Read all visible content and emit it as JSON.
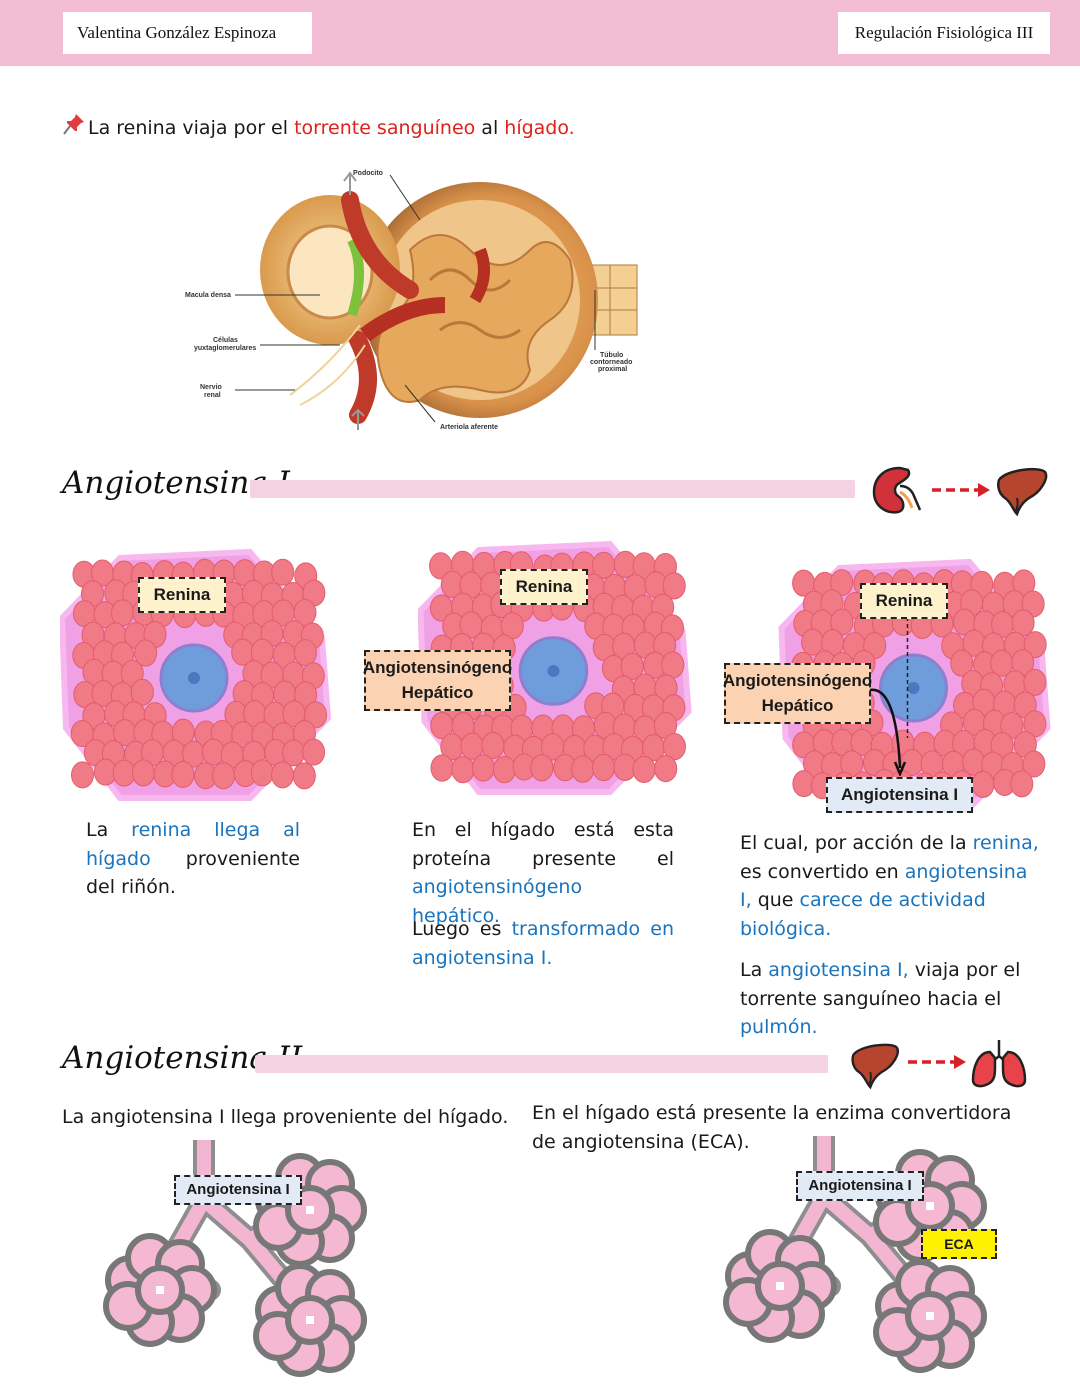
{
  "header": {
    "author": "Valentina González Espinoza",
    "course": "Regulación Fisiológica III"
  },
  "intro": {
    "pin_icon": "pushpin-icon",
    "t1": "La renina viaja por el ",
    "t2": "torrente sanguíneo",
    "t3": " al ",
    "t4": "hígado."
  },
  "kidney_figure": {
    "labels": {
      "podocito": "Podocito",
      "macula": "Macula densa",
      "celulas1": "Células",
      "celulas2": "yuxtaglomerulares",
      "nervio1": "Nervio",
      "nervio2": "renal",
      "tubulo1": "Túbulo",
      "tubulo2": "contorneado",
      "tubulo3": "proximal",
      "arteriola": "Arteriola aferente"
    }
  },
  "angiotensina1": {
    "title": "Angiotensina I",
    "icons": [
      "kidney-icon",
      "dashed-arrow-icon",
      "liver-icon"
    ],
    "cells": {
      "c1": {
        "renina": "Renina"
      },
      "c2": {
        "renina": "Renina",
        "angio1": "Angiotensinógeno",
        "angio2": "Hepático"
      },
      "c3": {
        "renina": "Renina",
        "angio1": "Angiotensinógeno",
        "angio2": "Hepático",
        "ang1": "Angiotensina I"
      }
    },
    "col1": {
      "a": "La ",
      "b": "renina llega al hígado",
      "c": " proveniente del riñón."
    },
    "col2": {
      "a": "En el hígado está esta proteína presente el ",
      "b": "angiotensinógeno hepático.",
      "c": "Luego es ",
      "d": "transformado en angiotensina I."
    },
    "col3": {
      "a": "El cual, por acción de la ",
      "b": "renina,",
      "c": " es convertido en ",
      "d": "angiotensina I,",
      "e": " que ",
      "f": "carece de actividad biológica.",
      "g": "La ",
      "h": "angiotensina I,",
      "i": " viaja por el torrente sanguíneo hacia el ",
      "j": "pulmón."
    }
  },
  "angiotensina2": {
    "title": "Angiotensina II",
    "icons": [
      "liver-icon",
      "dashed-arrow-icon",
      "lungs-icon"
    ],
    "left_text": "La angiotensina I llega proveniente del hígado.",
    "right_text": "En el hígado está presente la enzima convertidora de angiotensina (ECA).",
    "lung1": {
      "ang1": "Angiotensina I"
    },
    "lung2": {
      "ang1": "Angiotensina I",
      "eca": "ECA"
    }
  },
  "colors": {
    "header_pink": "#f2bdd3",
    "accent_red": "#e0201b",
    "accent_blue": "#1a74bd",
    "bar_pink": "#f4d2e1"
  }
}
